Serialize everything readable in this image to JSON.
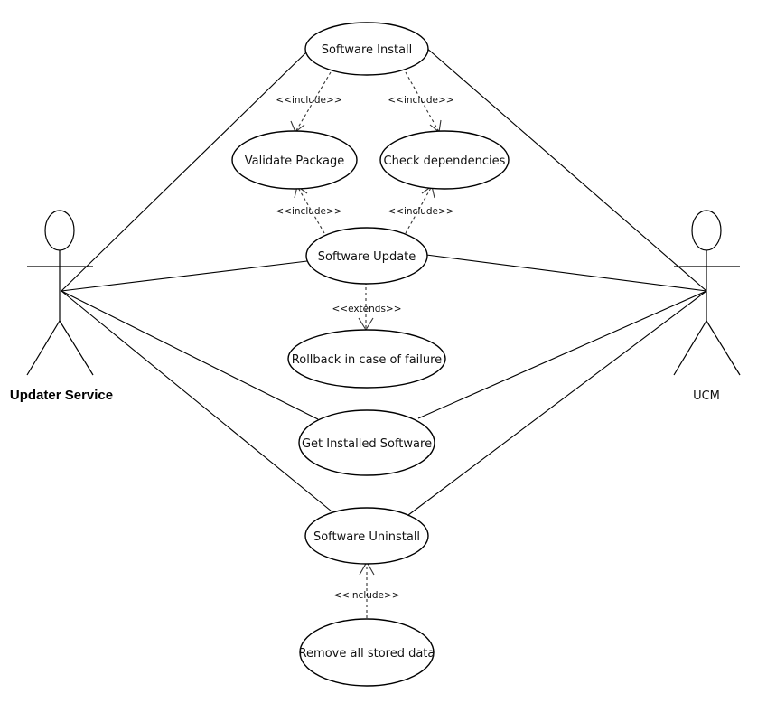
{
  "actors": {
    "left": {
      "name": "Updater Service"
    },
    "right": {
      "name": "UCM"
    }
  },
  "use_cases": {
    "install": "Software Install",
    "validate": "Validate Package",
    "check_deps": "Check dependencies",
    "update": "Software Update",
    "rollback": "Rollback in case of failure",
    "get_installed": "Get Installed Software",
    "uninstall": "Software Uninstall",
    "remove_data": "Remove all stored data"
  },
  "relationships": {
    "install_validate": "<<include>>",
    "install_check": "<<include>>",
    "update_validate": "<<include>>",
    "update_check": "<<include>>",
    "update_rollback": "<<extends>>",
    "uninstall_remove": "<<include>>"
  }
}
